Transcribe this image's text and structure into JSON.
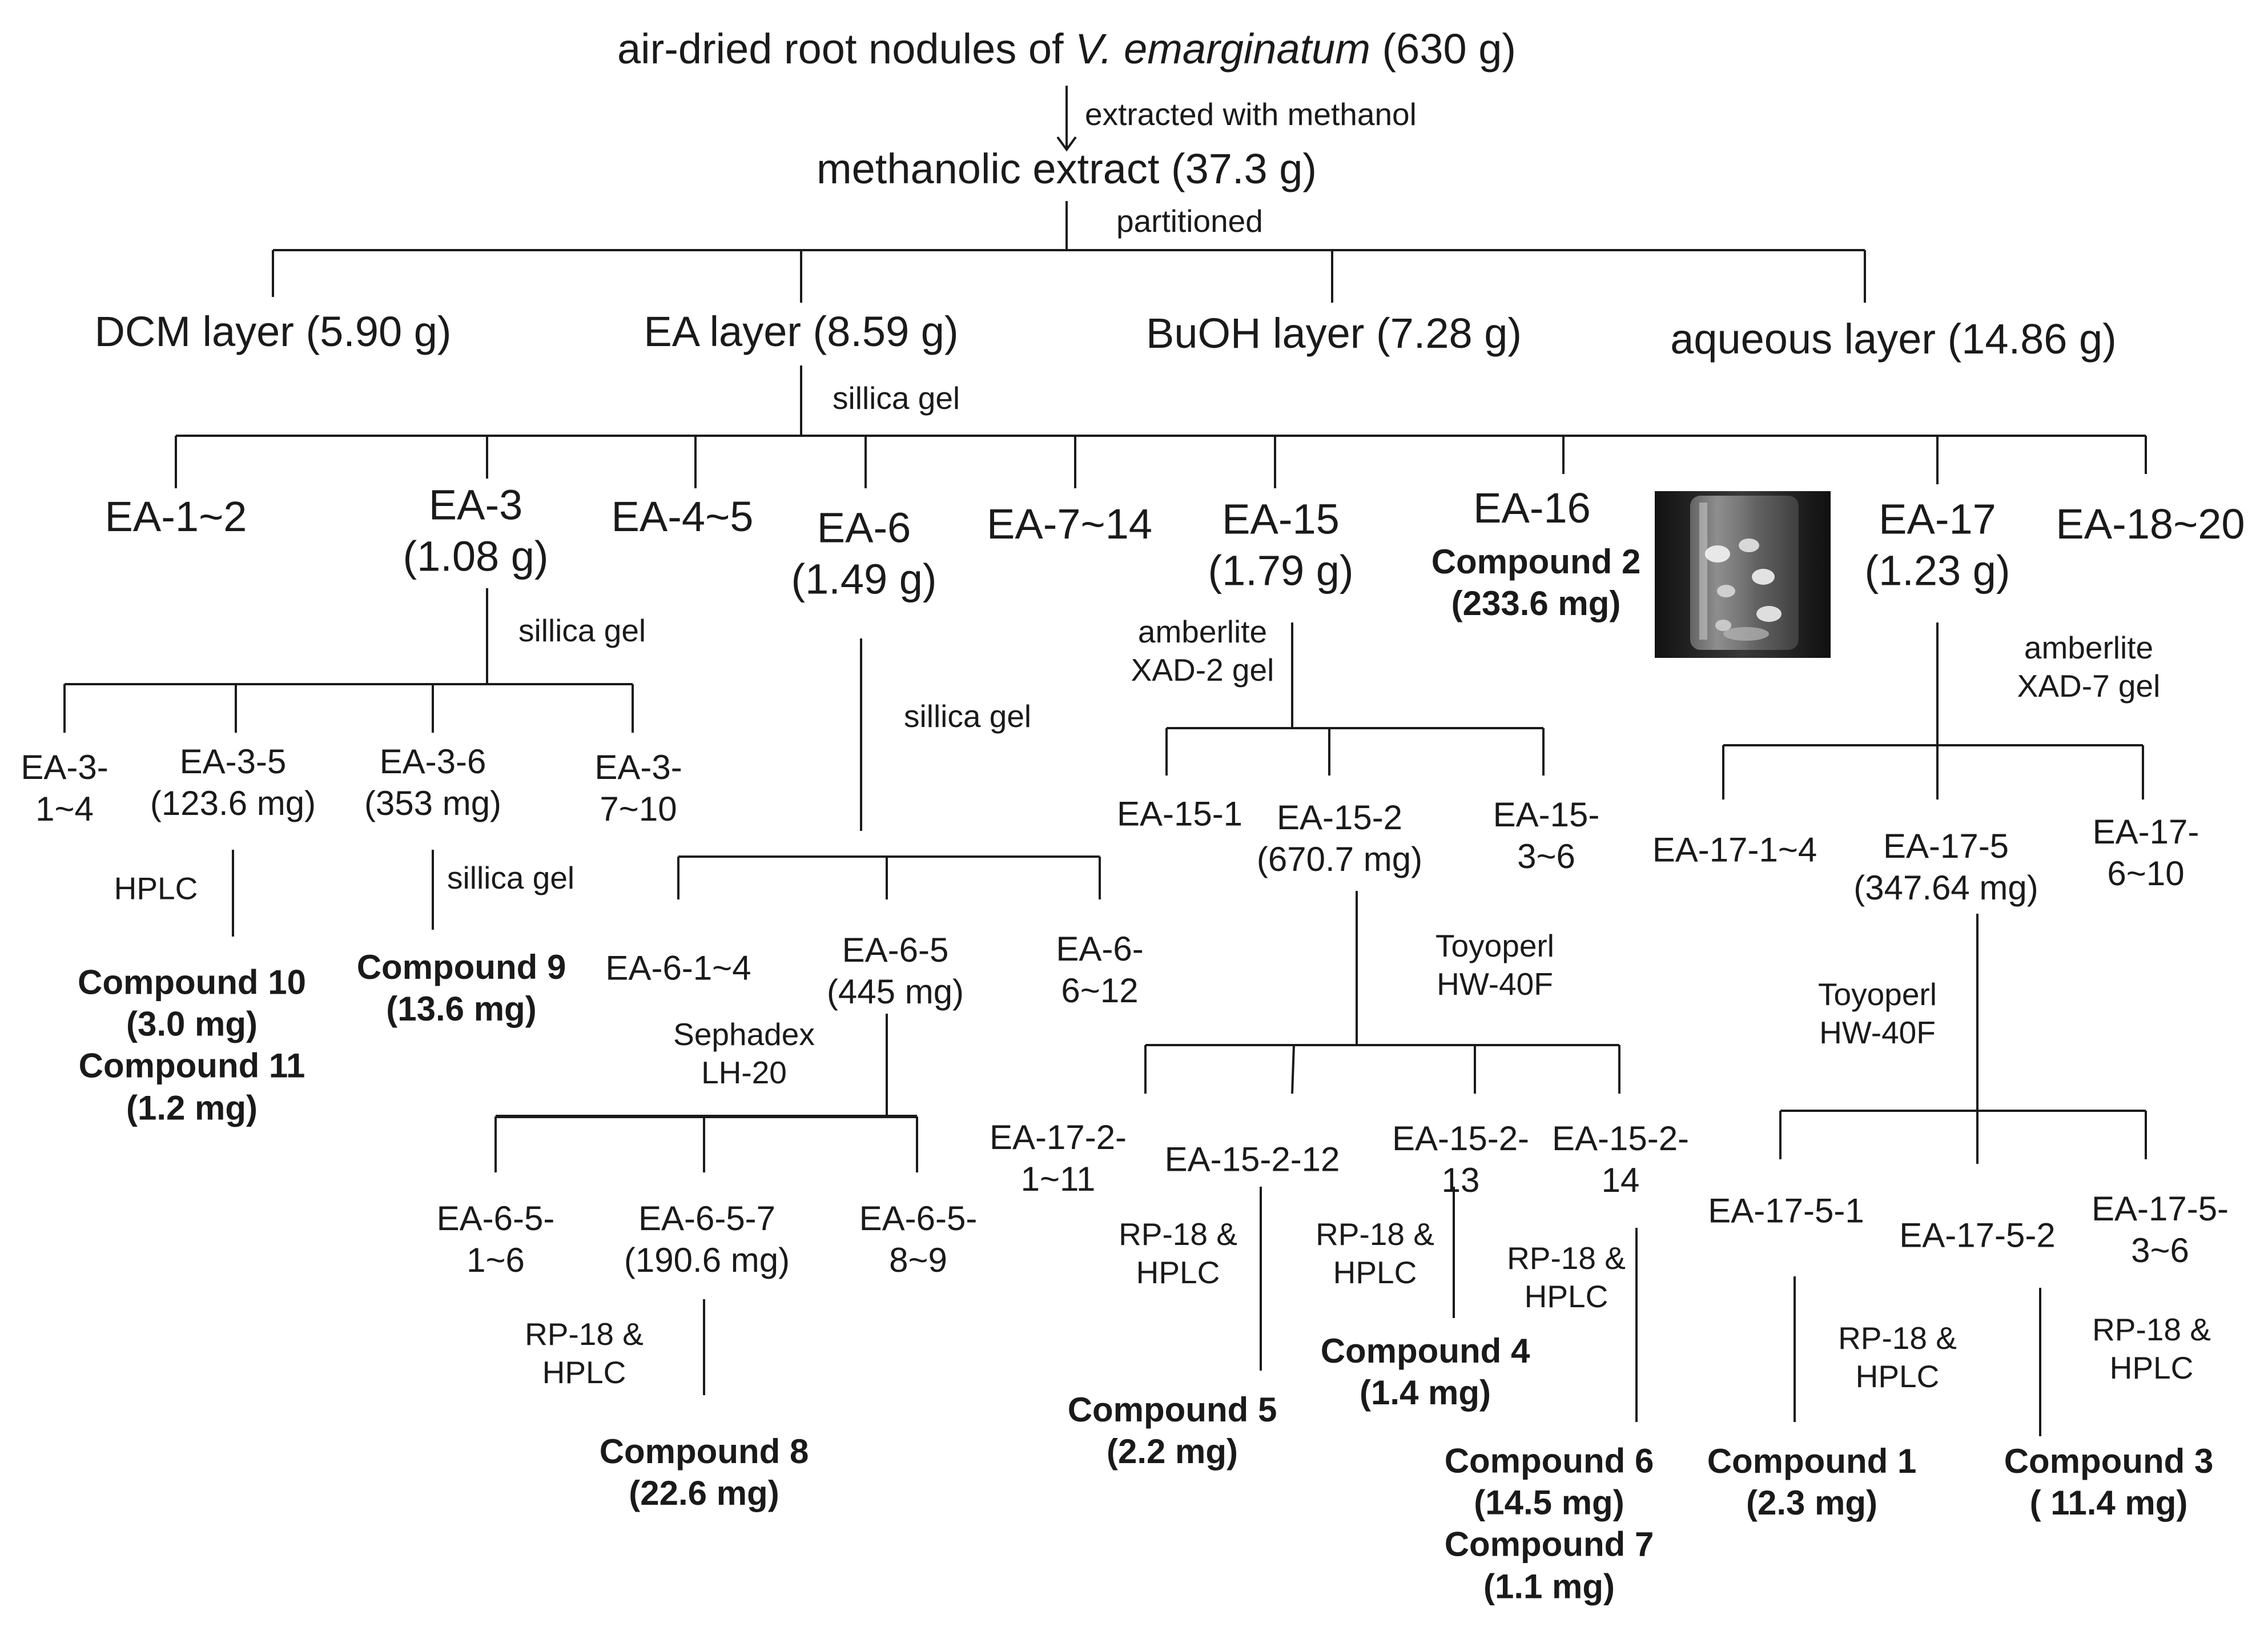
{
  "source": {
    "pre": "air-dried root nodules of ",
    "italic": "V. emarginatum",
    "post": " (630 g)"
  },
  "methods": {
    "extract": "extracted with methanol",
    "partition": "partitioned",
    "silica_ea": "sillica gel",
    "silica_ea3": "sillica gel",
    "silica_ea6": "sillica gel",
    "silica_ea36": "sillica gel",
    "amberlite2_a": "amberlite",
    "amberlite2_b": "XAD-2 gel",
    "amberlite7_a": "amberlite",
    "amberlite7_b": "XAD-7 gel",
    "hplc_ea35": "HPLC",
    "sephadex_a": "Sephadex",
    "sephadex_b": "LH-20",
    "toyo_ea152_a": "Toyoperl",
    "toyo_ea152_b": "HW-40F",
    "toyo_ea175_a": "Toyoperl",
    "toyo_ea175_b": "HW-40F",
    "rp_6557_a": "RP-18 &",
    "rp_6557_b": "HPLC",
    "rp_15212_a": "RP-18 &",
    "rp_15212_b": "HPLC",
    "rp_15213_a": "RP-18 &",
    "rp_15213_b": "HPLC",
    "rp_15214_a": "RP-18 &",
    "rp_15214_b": "HPLC",
    "rp_1751_a": "RP-18 &",
    "rp_1751_b": "HPLC",
    "rp_17536_a": "RP-18 &",
    "rp_17536_b": "HPLC"
  },
  "nodes": {
    "methanolic": "methanolic extract (37.3 g)",
    "dcm": "DCM layer (5.90 g)",
    "ea": "EA layer (8.59 g)",
    "buoh": "BuOH layer (7.28 g)",
    "aqueous": "aqueous layer (14.86 g)",
    "ea1_2": "EA-1~2",
    "ea3": "EA-3",
    "ea3_mass": "(1.08 g)",
    "ea4_5": "EA-4~5",
    "ea6": "EA-6",
    "ea6_mass": "(1.49 g)",
    "ea7_14": "EA-7~14",
    "ea15": "EA-15",
    "ea15_mass": "(1.79 g)",
    "ea16": "EA-16",
    "ea17": "EA-17",
    "ea17_mass": "(1.23 g)",
    "ea18_20": "EA-18~20",
    "ea3_1_4_a": "EA-3-",
    "ea3_1_4_b": "1~4",
    "ea3_5": "EA-3-5",
    "ea3_5_mass": "(123.6 mg)",
    "ea3_6": "EA-3-6",
    "ea3_6_mass": "(353 mg)",
    "ea3_7_10_a": "EA-3-",
    "ea3_7_10_b": "7~10",
    "ea6_1_4": "EA-6-1~4",
    "ea6_5": "EA-6-5",
    "ea6_5_mass": "(445 mg)",
    "ea6_6_12_a": "EA-6-",
    "ea6_6_12_b": "6~12",
    "ea6_5_1_6_a": "EA-6-5-",
    "ea6_5_1_6_b": "1~6",
    "ea6_5_7": "EA-6-5-7",
    "ea6_5_7_mass": "(190.6 mg)",
    "ea6_5_8_9_a": "EA-6-5-",
    "ea6_5_8_9_b": "8~9",
    "ea15_1": "EA-15-1",
    "ea15_2": "EA-15-2",
    "ea15_2_mass": "(670.7 mg)",
    "ea15_3_6_a": "EA-15-",
    "ea15_3_6_b": "3~6",
    "ea17_2_1_11_a": "EA-17-2-",
    "ea17_2_1_11_b": "1~11",
    "ea15_2_12": "EA-15-2-12",
    "ea15_2_13_a": "EA-15-2-",
    "ea15_2_13_b": "13",
    "ea15_2_14_a": "EA-15-2-",
    "ea15_2_14_b": "14",
    "ea17_1_4": "EA-17-1~4",
    "ea17_5": "EA-17-5",
    "ea17_5_mass": "(347.64 mg)",
    "ea17_6_10_a": "EA-17-",
    "ea17_6_10_b": "6~10",
    "ea17_5_1": "EA-17-5-1",
    "ea17_5_2": "EA-17-5-2",
    "ea17_5_3_6_a": "EA-17-5-",
    "ea17_5_3_6_b": "3~6"
  },
  "compounds": {
    "c1": "Compound 1",
    "c1_mass": "(2.3 mg)",
    "c2": "Compound 2",
    "c2_mass": "(233.6 mg)",
    "c3": "Compound 3",
    "c3_mass": "( 11.4 mg)",
    "c4": "Compound 4",
    "c4_mass": "(1.4 mg)",
    "c5": "Compound 5",
    "c5_mass": "(2.2 mg)",
    "c6": "Compound 6",
    "c6_mass": "(14.5 mg)",
    "c7": "Compound 7",
    "c7_mass": "(1.1 mg)",
    "c8": "Compound 8",
    "c8_mass": "(22.6 mg)",
    "c9": "Compound 9",
    "c9_mass": "(13.6 mg)",
    "c10": "Compound 10",
    "c10_mass": "(3.0 mg)",
    "c11": "Compound 11",
    "c11_mass": "(1.2 mg)"
  },
  "colors": {
    "line": "#1a1a1a",
    "text": "#1a1a1a",
    "vial_bg": "#2b2b2b"
  }
}
